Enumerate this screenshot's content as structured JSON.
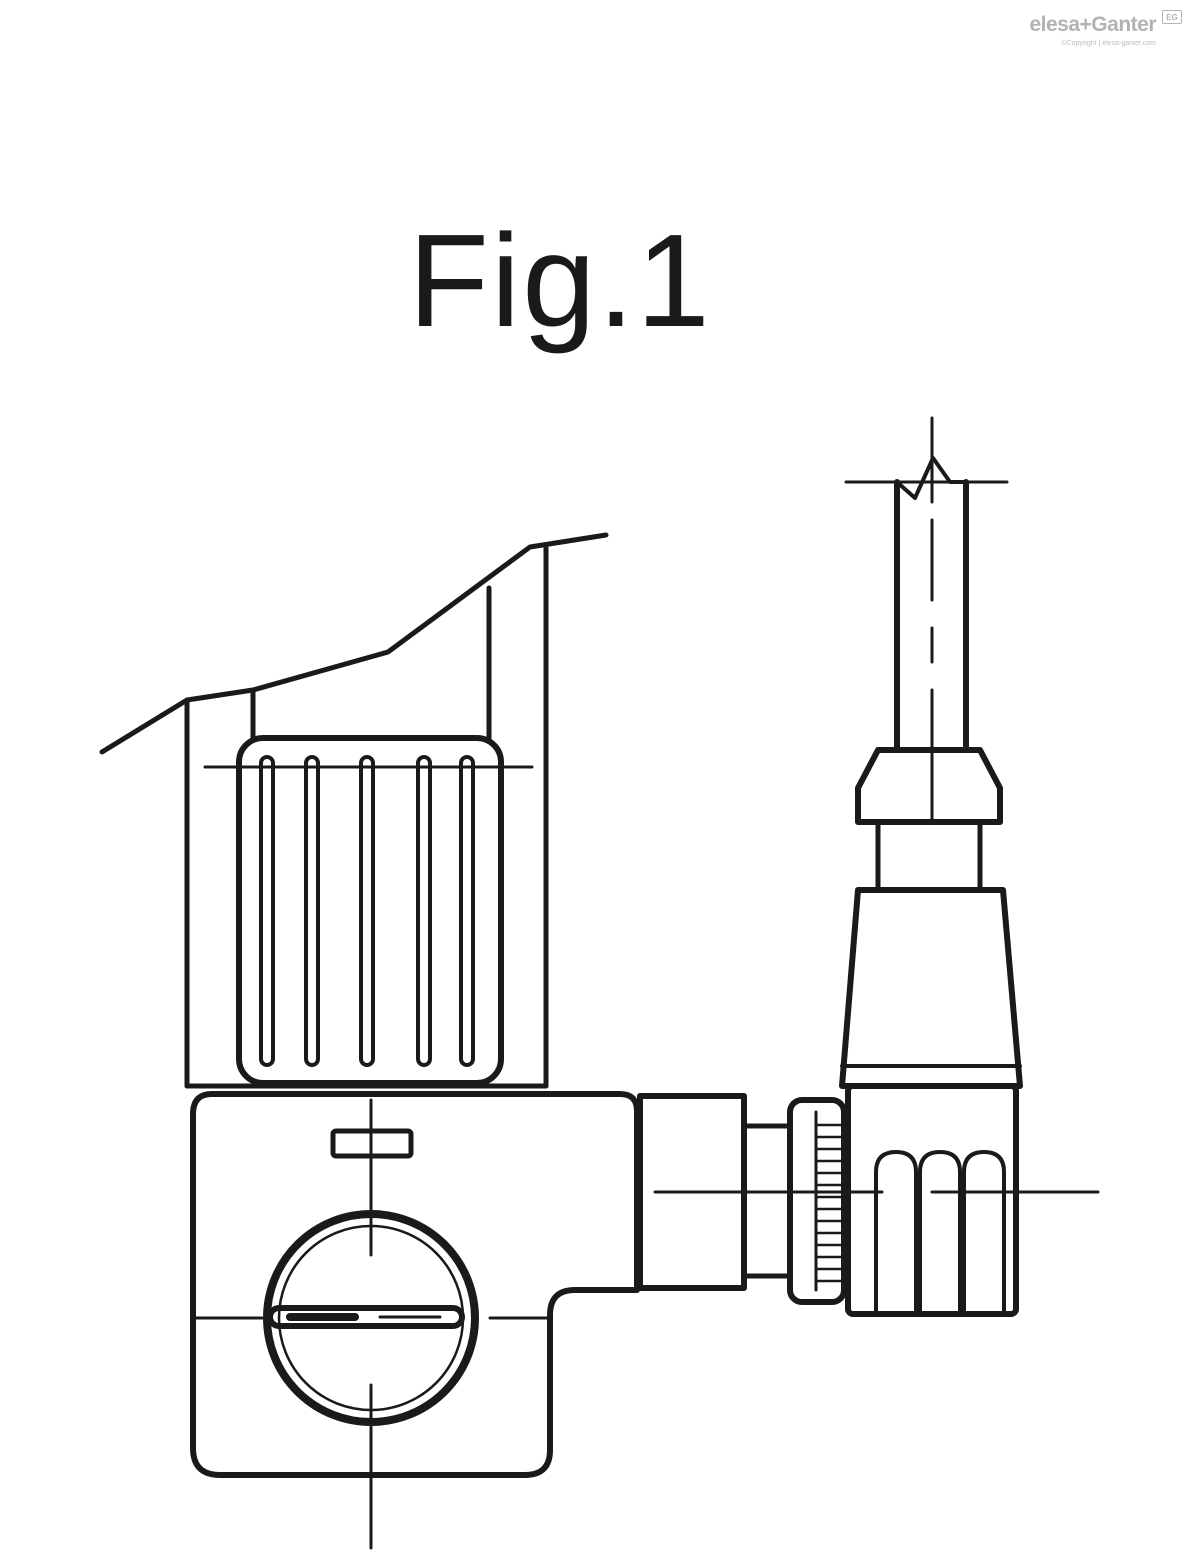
{
  "logo": {
    "brand": "elesa+Ganter",
    "copyright": "©Copyright | elesa-ganter.com",
    "badge": "EG"
  },
  "figure": {
    "title": "Fig.1"
  },
  "colors": {
    "ink": "#1a1a1a",
    "logo_gray": "#b4b4b4",
    "background": "#ffffff"
  }
}
